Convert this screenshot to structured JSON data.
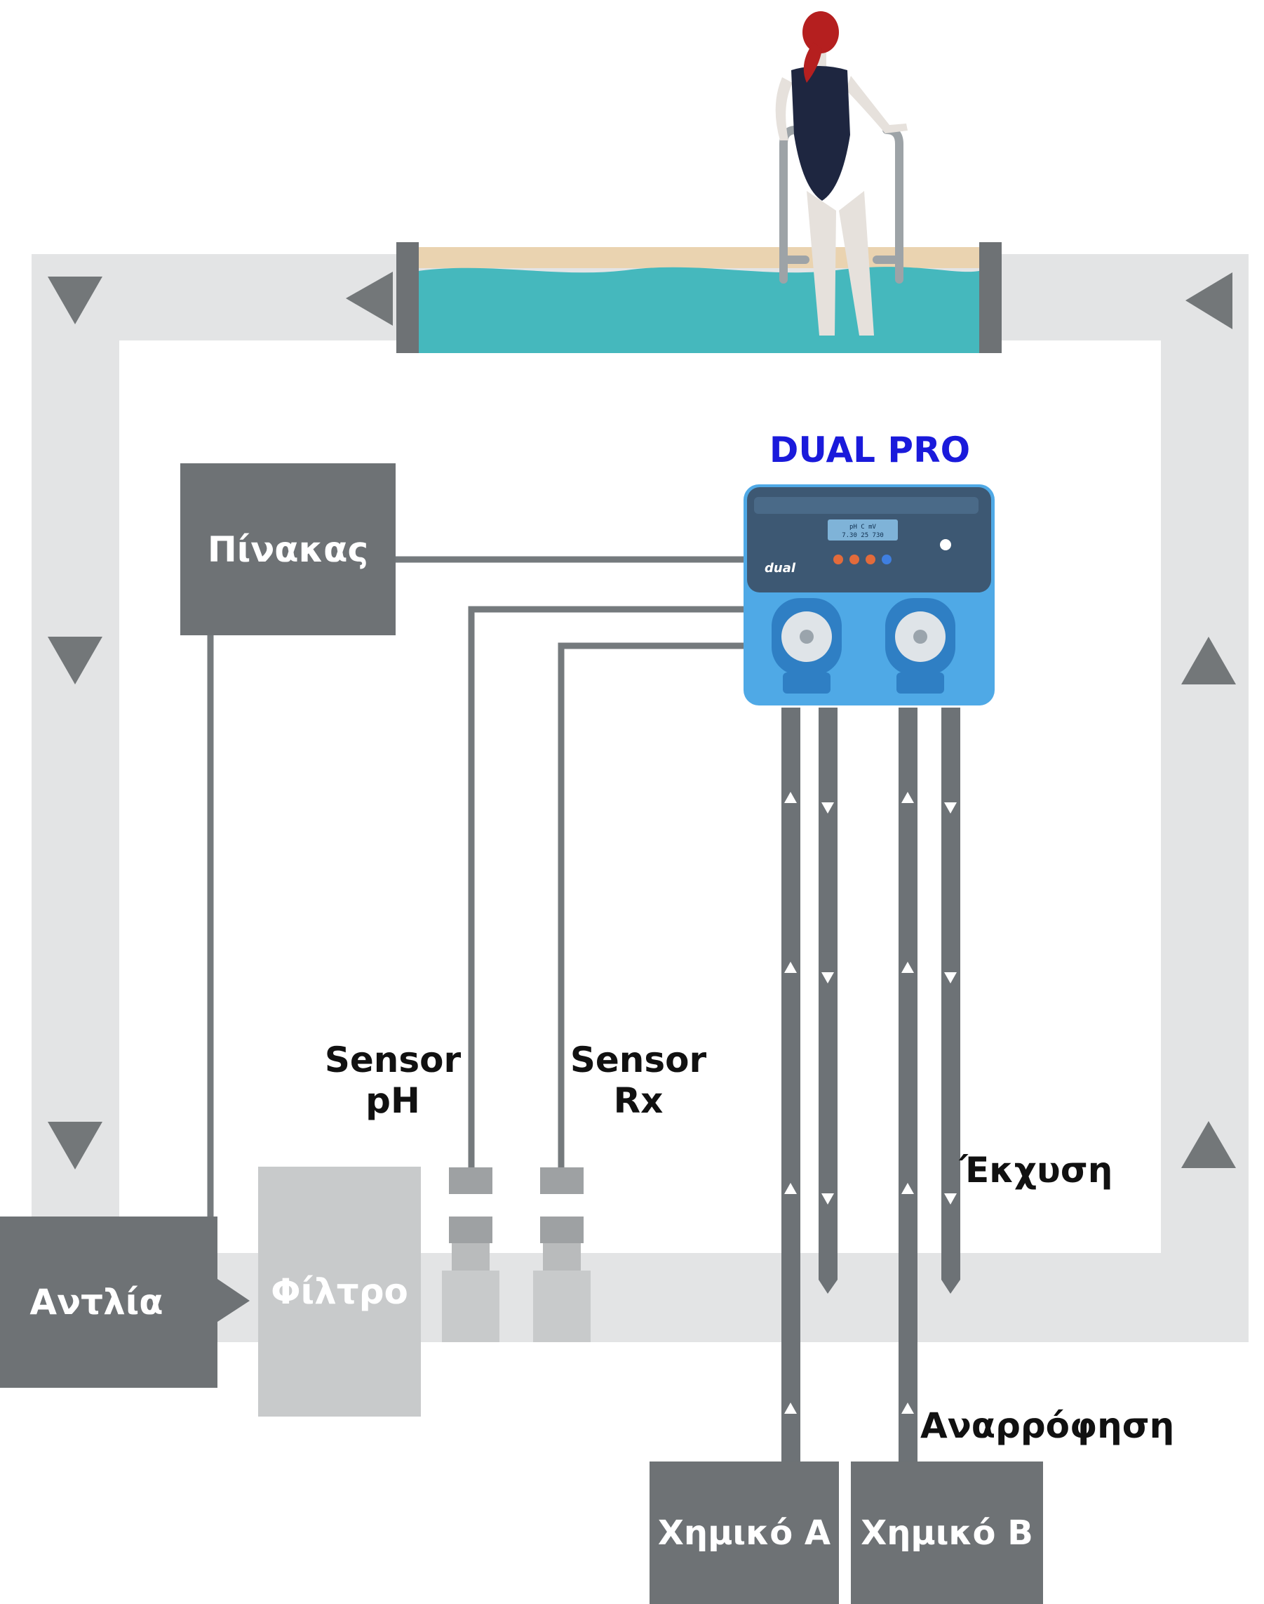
{
  "colors": {
    "pipe_light": "#e3e4e5",
    "pipe_dark": "#757a7d",
    "box_dark": "#6e7275",
    "box_light": "#c8cacb",
    "water": "#45b8bd",
    "sand": "#ead3b0",
    "device_blue": "#4fa9e6",
    "device_panel": "#3d5873",
    "title_blue": "#1a1adb"
  },
  "labels": {
    "device_title": "DUAL PRO",
    "panel_box": "Πίνακας",
    "pump_box": "Αντλία",
    "filter_box": "Φίλτρο",
    "sensor_ph_line1": "Sensor",
    "sensor_ph_line2": "pH",
    "sensor_rx_line1": "Sensor",
    "sensor_rx_line2": "Rx",
    "injection": "Έκχυση",
    "suction": "Αναρρόφηση",
    "chemical_a": "Χημικό A",
    "chemical_b": "Χημικό B"
  },
  "device": {
    "brand": "dual",
    "display_row1": "pH  C  mV",
    "display_row2": "7.30 25 730"
  },
  "icons": [
    "swimmer-figure",
    "pool-ladder",
    "flow-arrow",
    "dosing-pump-device",
    "peristaltic-pump-icon"
  ]
}
